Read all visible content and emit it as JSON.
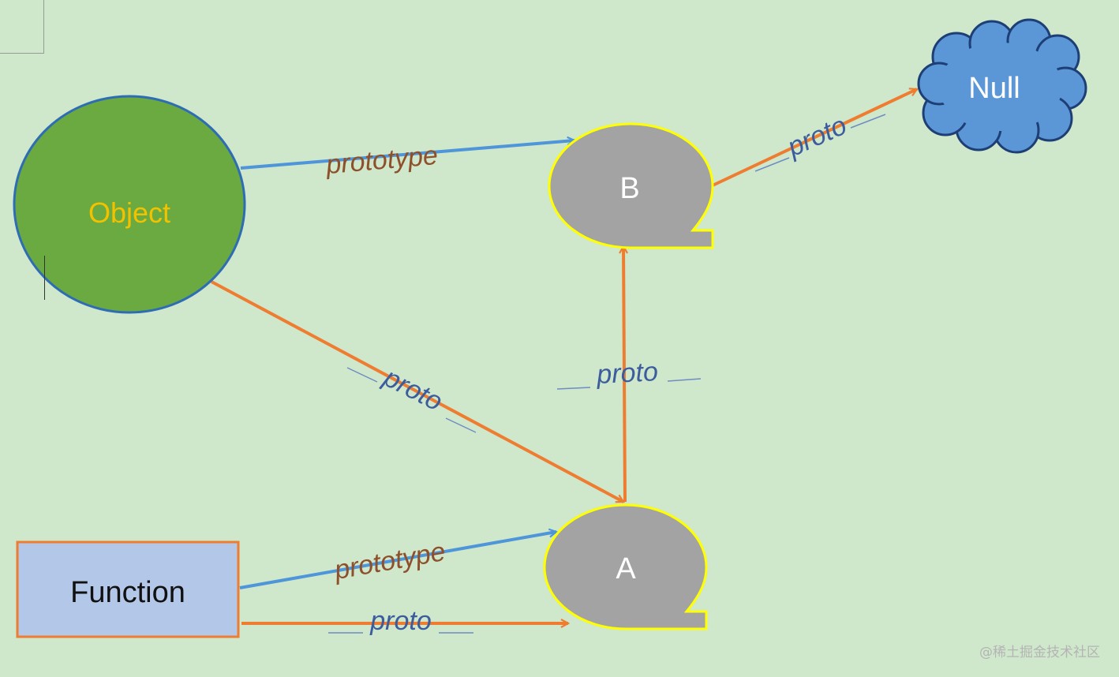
{
  "nodes": {
    "object": {
      "label": "Object",
      "fill": "#6aaa40",
      "stroke": "#2e6db4",
      "text_color": "#f2c200"
    },
    "function": {
      "label": "Function",
      "fill": "#b3c7e8",
      "stroke": "#ee7d31",
      "text_color": "#111111"
    },
    "b": {
      "label": "B",
      "fill": "#a3a3a3",
      "stroke": "#ffff00",
      "text_color": "#ffffff"
    },
    "a": {
      "label": "A",
      "fill": "#a3a3a3",
      "stroke": "#ffff00",
      "text_color": "#ffffff"
    },
    "null": {
      "label": "Null",
      "fill": "#5b97d6",
      "stroke": "#1e3f75",
      "text_color": "#ffffff"
    }
  },
  "edges": {
    "object_to_b": {
      "label": "prototype",
      "color": "#4e95d9",
      "label_color": "#8e4f2b"
    },
    "b_to_null": {
      "label": "proto",
      "color": "#ee7d31",
      "label_color": "#3c5c9e"
    },
    "object_to_a": {
      "label": "proto",
      "color": "#ee7d31",
      "label_color": "#3c5c9e"
    },
    "a_to_b": {
      "label": "proto",
      "color": "#ee7d31",
      "label_color": "#3c5c9e"
    },
    "function_to_a_prototype": {
      "label": "prototype",
      "color": "#4e95d9",
      "label_color": "#8e4f2b"
    },
    "function_to_a_proto": {
      "label": "proto",
      "color": "#ee7d31",
      "label_color": "#3c5c9e"
    }
  },
  "watermark": "@稀土掘金技术社区"
}
